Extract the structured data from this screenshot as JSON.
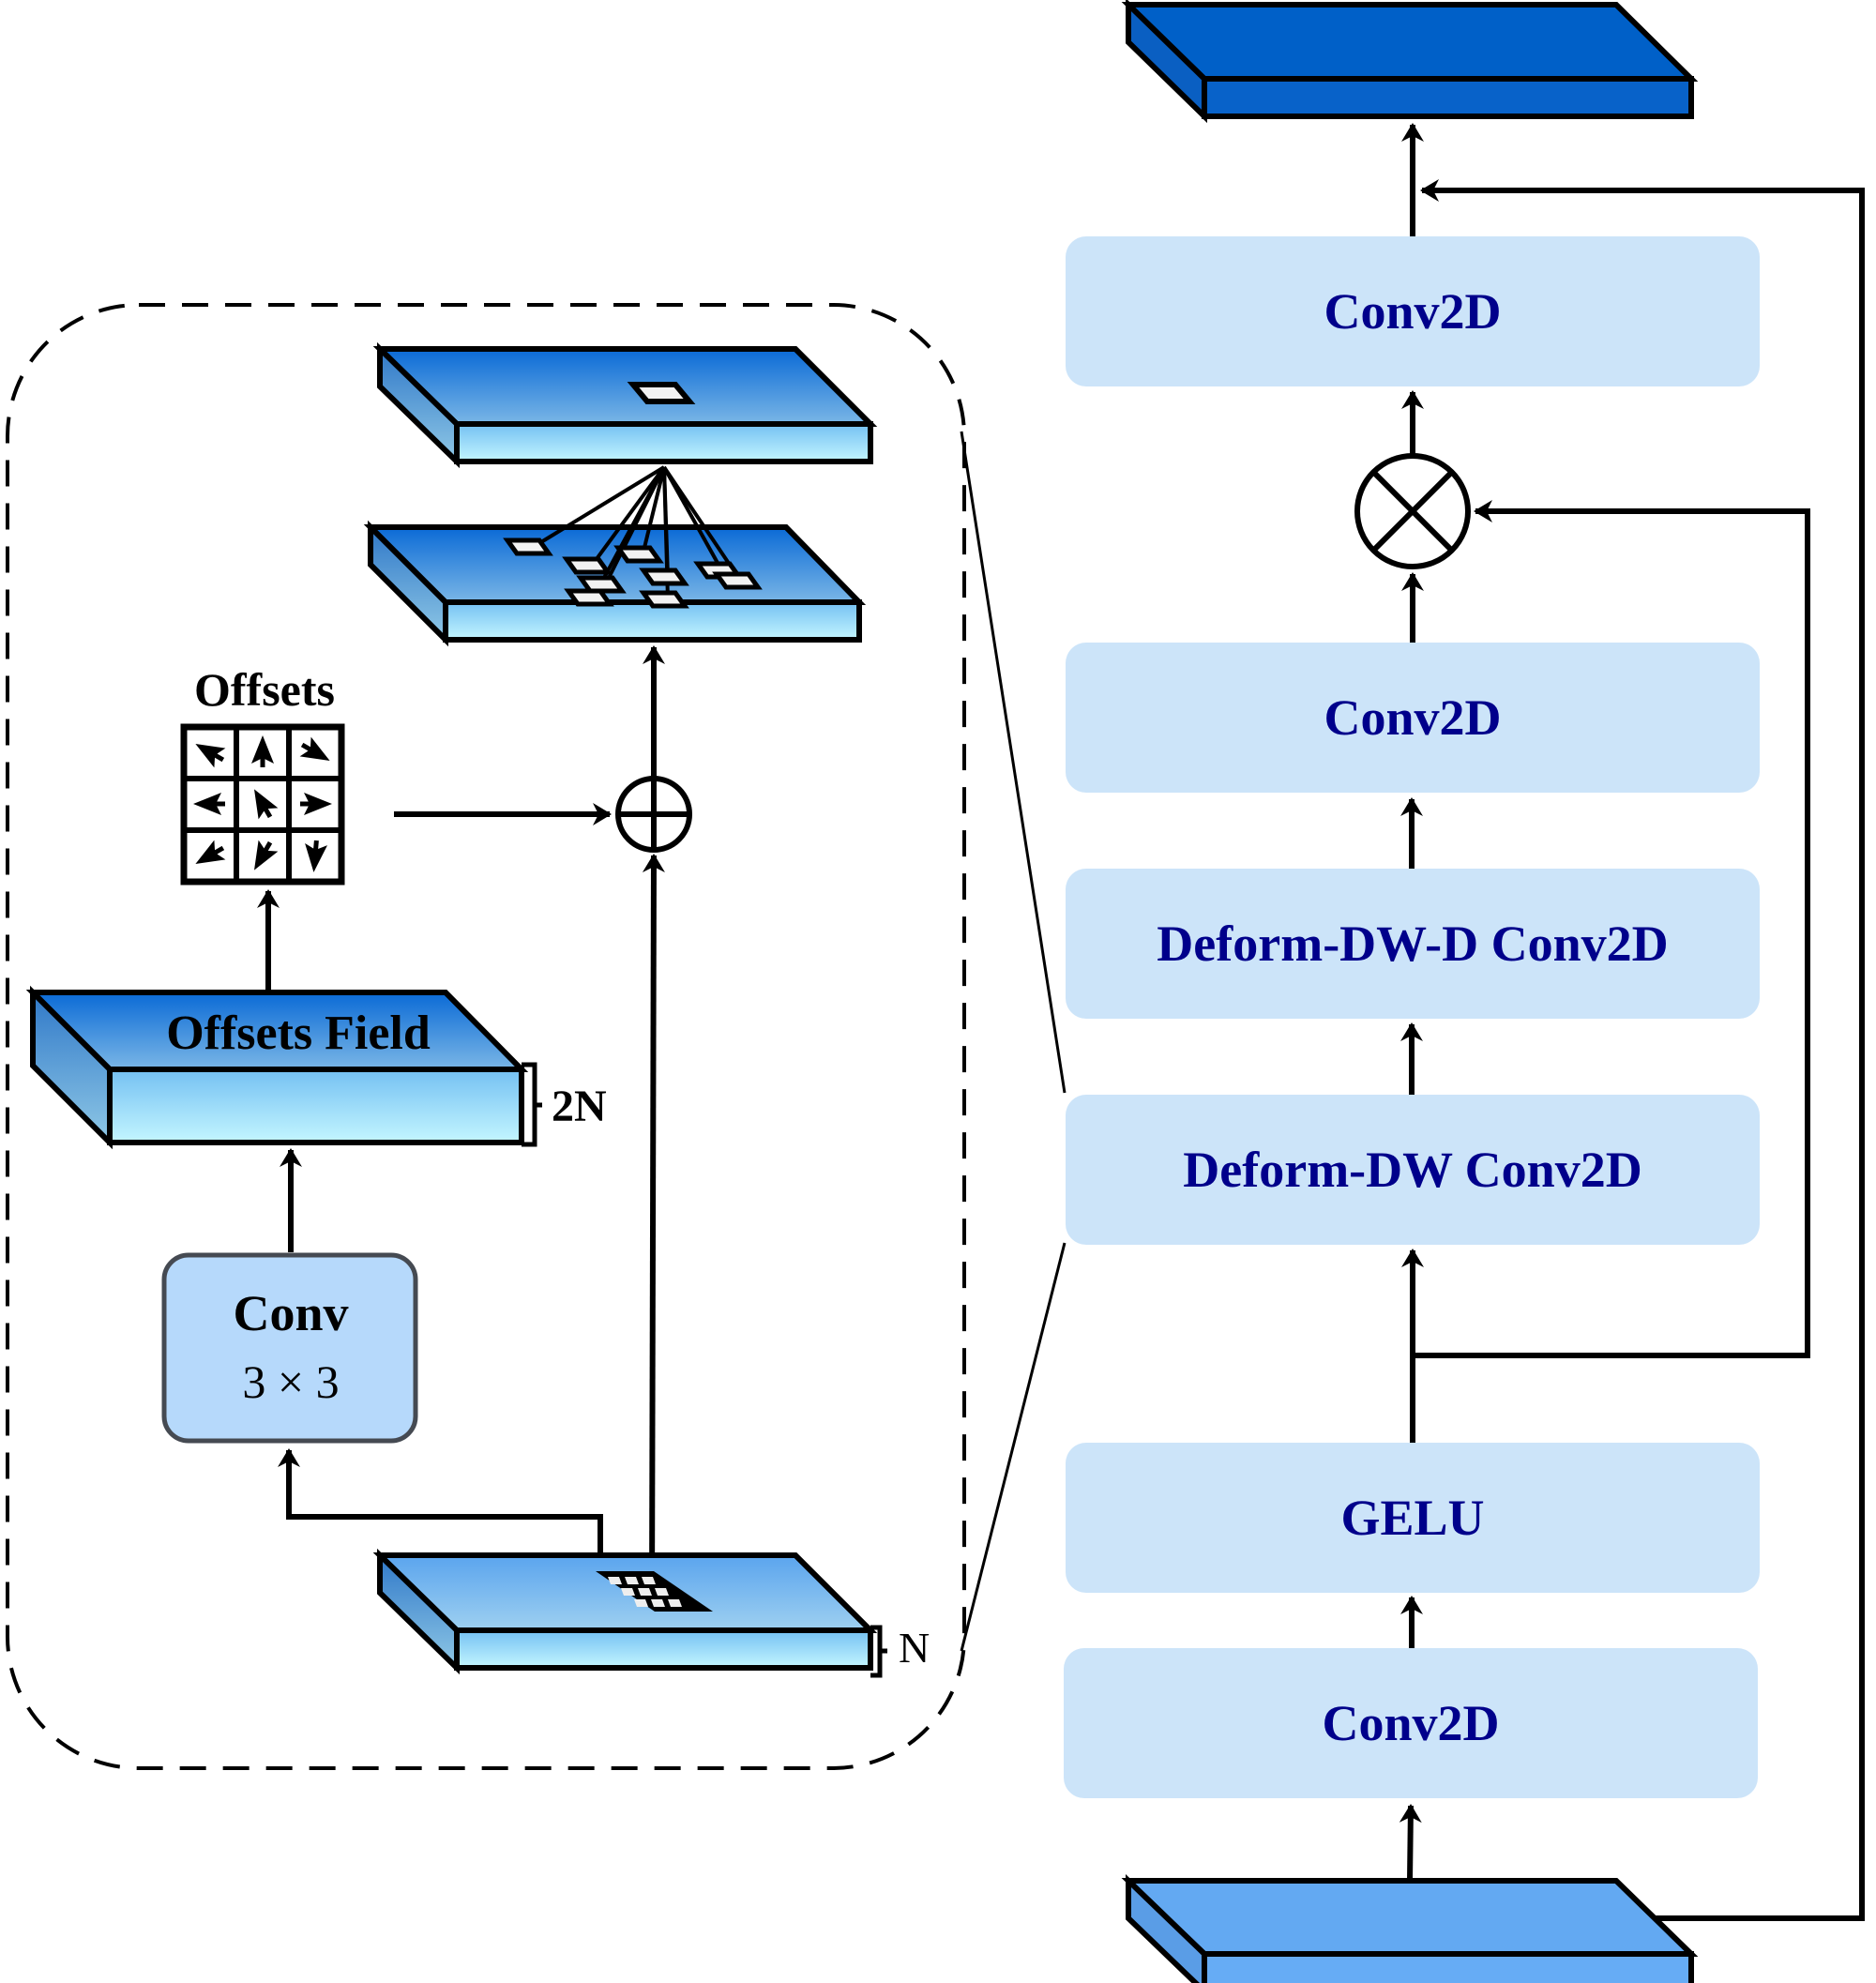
{
  "right_column": {
    "blocks": [
      {
        "id": "conv2d-top",
        "label": "Conv2D"
      },
      {
        "id": "conv2d-mid",
        "label": "Conv2D"
      },
      {
        "id": "deform-dw-d",
        "label": "Deform-DW-D Conv2D"
      },
      {
        "id": "deform-dw",
        "label": "Deform-DW Conv2D"
      },
      {
        "id": "gelu",
        "label": "GELU"
      },
      {
        "id": "conv2d-bottom",
        "label": "Conv2D"
      }
    ],
    "operators": {
      "multiply": "element-wise multiply (⊗)"
    }
  },
  "left_detail": {
    "offsets_label": "Offsets",
    "offsets_field_label": "Offsets Field",
    "offsets_field_dim": "2N",
    "input_dim": "N",
    "conv_label_line1": "Conv",
    "conv_label_line2": "3 × 3",
    "operators": {
      "add": "element-wise add (⊕)"
    }
  },
  "colors": {
    "block_fill": "#cce4f9",
    "block_text": "#00008b",
    "output_slab": "#0060c8",
    "input_slab": "#63a9f2",
    "conv_box": "#b6d9fb"
  }
}
